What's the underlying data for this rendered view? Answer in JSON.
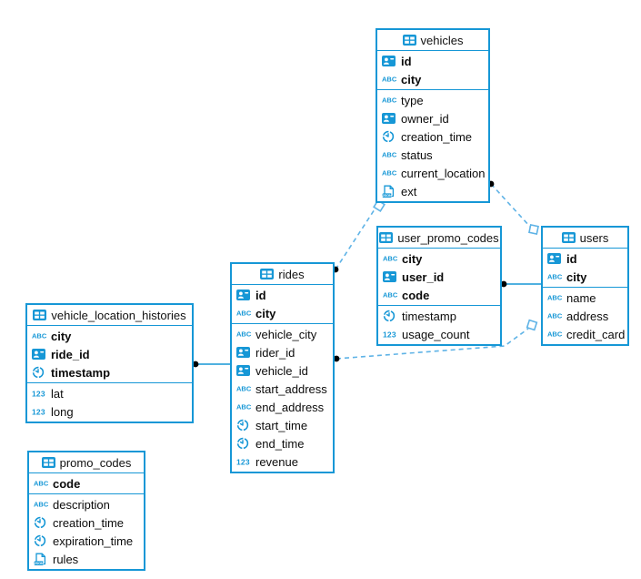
{
  "canvas": {
    "accent_color": "#1697d6",
    "dashed_line_color": "#5fb3e6",
    "dot_color": "#000000",
    "background": "#ffffff"
  },
  "tables": [
    {
      "name": "vehicles",
      "fields": [
        {
          "name": "id",
          "type": "id",
          "key": true
        },
        {
          "name": "city",
          "type": "text",
          "key": true
        },
        {
          "name": "type",
          "type": "text",
          "key": false
        },
        {
          "name": "owner_id",
          "type": "id",
          "key": false
        },
        {
          "name": "creation_time",
          "type": "time",
          "key": false
        },
        {
          "name": "status",
          "type": "text",
          "key": false
        },
        {
          "name": "current_location",
          "type": "text",
          "key": false
        },
        {
          "name": "ext",
          "type": "json",
          "key": false
        }
      ]
    },
    {
      "name": "user_promo_codes",
      "fields": [
        {
          "name": "city",
          "type": "text",
          "key": true
        },
        {
          "name": "user_id",
          "type": "id",
          "key": true
        },
        {
          "name": "code",
          "type": "text",
          "key": true
        },
        {
          "name": "timestamp",
          "type": "time",
          "key": false
        },
        {
          "name": "usage_count",
          "type": "num",
          "key": false
        }
      ]
    },
    {
      "name": "users",
      "fields": [
        {
          "name": "id",
          "type": "id",
          "key": true
        },
        {
          "name": "city",
          "type": "text",
          "key": true
        },
        {
          "name": "name",
          "type": "text",
          "key": false
        },
        {
          "name": "address",
          "type": "text",
          "key": false
        },
        {
          "name": "credit_card",
          "type": "text",
          "key": false
        }
      ]
    },
    {
      "name": "rides",
      "fields": [
        {
          "name": "id",
          "type": "id",
          "key": true
        },
        {
          "name": "city",
          "type": "text",
          "key": true
        },
        {
          "name": "vehicle_city",
          "type": "text",
          "key": false
        },
        {
          "name": "rider_id",
          "type": "id",
          "key": false
        },
        {
          "name": "vehicle_id",
          "type": "id",
          "key": false
        },
        {
          "name": "start_address",
          "type": "text",
          "key": false
        },
        {
          "name": "end_address",
          "type": "text",
          "key": false
        },
        {
          "name": "start_time",
          "type": "time",
          "key": false
        },
        {
          "name": "end_time",
          "type": "time",
          "key": false
        },
        {
          "name": "revenue",
          "type": "num",
          "key": false
        }
      ]
    },
    {
      "name": "vehicle_location_histories",
      "fields": [
        {
          "name": "city",
          "type": "text",
          "key": true
        },
        {
          "name": "ride_id",
          "type": "id",
          "key": true
        },
        {
          "name": "timestamp",
          "type": "time",
          "key": true
        },
        {
          "name": "lat",
          "type": "num",
          "key": false
        },
        {
          "name": "long",
          "type": "num",
          "key": false
        }
      ]
    },
    {
      "name": "promo_codes",
      "fields": [
        {
          "name": "code",
          "type": "text",
          "key": true
        },
        {
          "name": "description",
          "type": "text",
          "key": false
        },
        {
          "name": "creation_time",
          "type": "time",
          "key": false
        },
        {
          "name": "expiration_time",
          "type": "time",
          "key": false
        },
        {
          "name": "rules",
          "type": "json",
          "key": false
        }
      ]
    }
  ],
  "relationships": [
    {
      "from": "vehicle_location_histories",
      "to": "rides",
      "style": "solid"
    },
    {
      "from": "user_promo_codes",
      "to": "users",
      "style": "solid"
    },
    {
      "from": "rides",
      "to": "vehicles",
      "style": "dashed"
    },
    {
      "from": "vehicles",
      "to": "users",
      "style": "dashed"
    },
    {
      "from": "rides",
      "to": "users",
      "style": "dashed"
    }
  ],
  "icon_types": {
    "id": "id-badge-icon",
    "text": "text-type-icon",
    "time": "clock-icon",
    "num": "number-icon",
    "json": "json-icon",
    "table": "table-icon"
  }
}
